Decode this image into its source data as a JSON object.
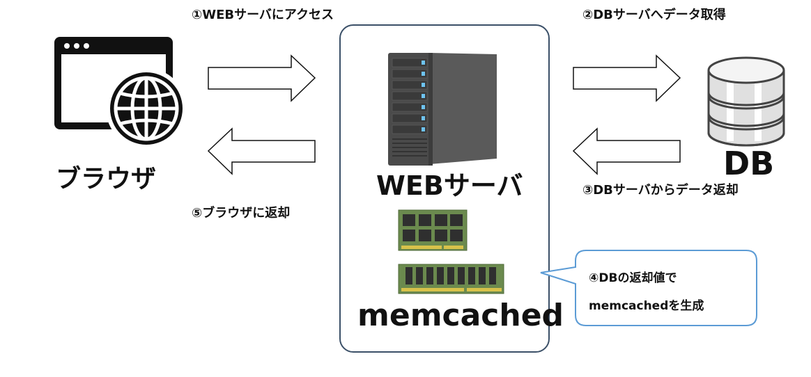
{
  "browser": {
    "label": "ブラウザ",
    "icon": "browser-globe-icon"
  },
  "web_server": {
    "label": "WEBサーバ",
    "icon": "server-tower-icon"
  },
  "memcached": {
    "label": "memcached",
    "icon": "memory-module-icon"
  },
  "db": {
    "label": "DB",
    "icon": "database-icon"
  },
  "steps": {
    "s1": "①WEBサーバにアクセス",
    "s2": "②DBサーバへデータ取得",
    "s3": "③DBサーバからデータ返却",
    "s4_line1": "④DBの返却値で",
    "s4_line2": "memcachedを生成",
    "s5": "⑤ブラウザに返却"
  },
  "colors": {
    "box_border": "#3b5068",
    "callout_border": "#5b9bd5",
    "server": "#555555",
    "ram": "#6b8a4e",
    "led": "#6ec3f0"
  }
}
